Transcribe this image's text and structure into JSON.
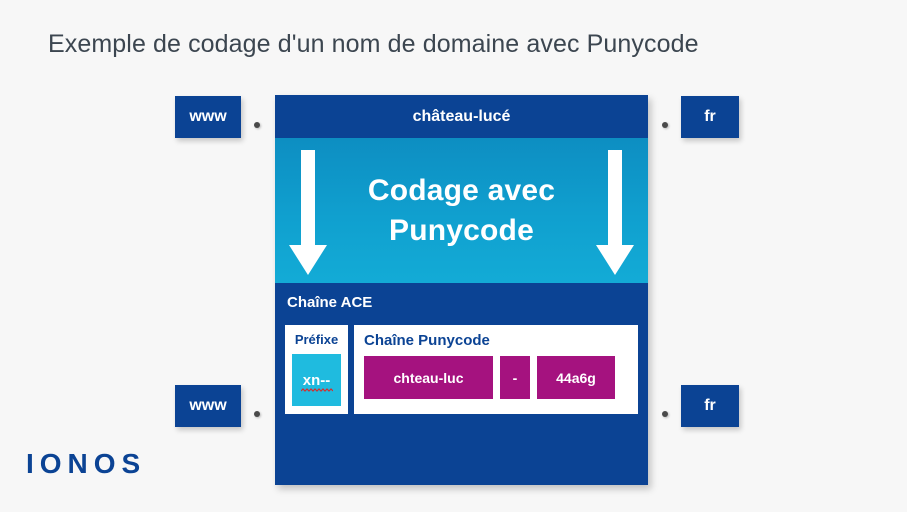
{
  "title": "Exemple de codage d'un nom de domaine avec Punycode",
  "logo": "IONOS",
  "colors": {
    "background": "#f7f7f7",
    "brand_blue": "#0b4394",
    "cyan_top": "#0d8ec2",
    "cyan_bottom": "#13abd6",
    "prefix_cyan": "#1fbbdf",
    "magenta": "#a5127f",
    "title_text": "#3c4650",
    "squiggle_red": "#d03030"
  },
  "top_row": {
    "subdomain": "www",
    "separator_left": ".",
    "domain": "château-lucé",
    "separator_right": ".",
    "tld": "fr"
  },
  "conversion": {
    "label": "Codage avec\nPunycode",
    "arrow_left_icon": "arrow-down-icon",
    "arrow_right_icon": "arrow-down-icon"
  },
  "ace": {
    "section_title": "Chaîne ACE",
    "prefix": {
      "caption": "Préfixe",
      "value": "xn--"
    },
    "punycode": {
      "caption": "Chaîne Punycode",
      "parts": [
        {
          "name": "encoded-label",
          "value": "chteau-luc"
        },
        {
          "name": "delimiter",
          "value": "-"
        },
        {
          "name": "encoded-suffix",
          "value": "44a6g"
        }
      ]
    }
  },
  "bottom_row": {
    "subdomain": "www",
    "separator_left": ".",
    "separator_right": ".",
    "tld": "fr"
  }
}
